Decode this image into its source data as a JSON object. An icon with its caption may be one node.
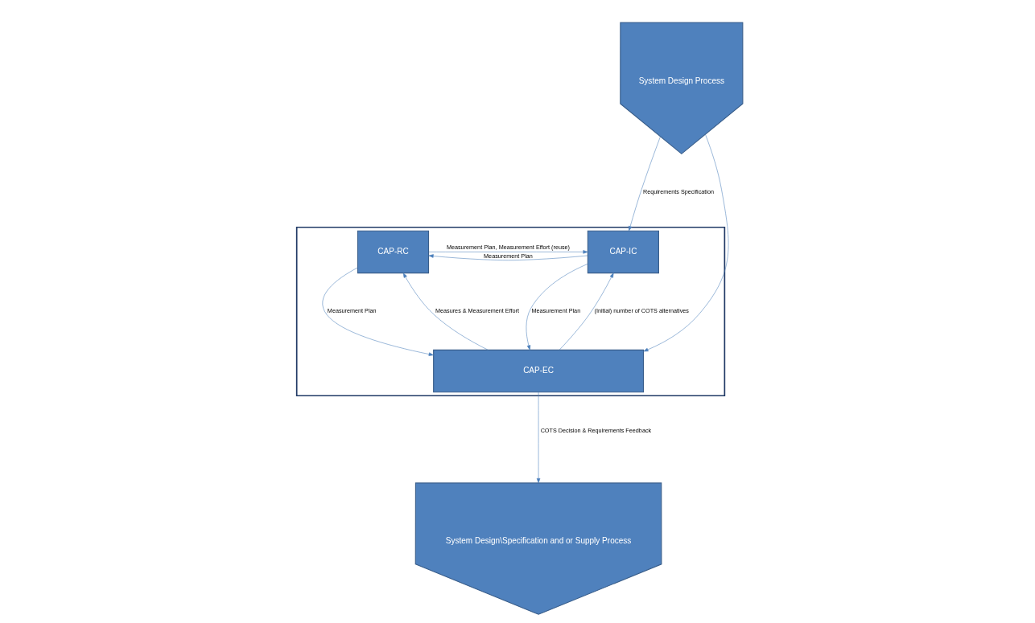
{
  "diagram": {
    "nodes": [
      {
        "text": [
          "System Design Process"
        ]
      },
      {
        "text": [],
        "shape": "box"
      },
      {
        "text": [
          "CAP-IC"
        ],
        "in": 1
      },
      {
        "text": [
          "CAP-RC"
        ],
        "in": 1
      },
      {
        "text": [
          "CAP-EC"
        ],
        "in": 1
      },
      {
        "text": [
          "System Design\\Specification and or Supply Process"
        ]
      }
    ],
    "edges": [
      {
        "from": 0,
        "to": 2,
        "arrow": "to",
        "label": "Requirements Specification"
      },
      {
        "from": 0,
        "to": 4,
        "arrow": "to"
      },
      {
        "from": 2,
        "to": 3,
        "arrow": "to",
        "label": "Measurement Plan"
      },
      {
        "from": 3,
        "to": 2,
        "arrow": "to",
        "label": "Measurement Plan, Measurement Effort (reuse)"
      },
      {
        "from": 4,
        "to": 2,
        "arrow": "to",
        "label": "(Initial) number of COTS alternatives"
      },
      {
        "from": 2,
        "to": 4,
        "arrow": "to",
        "label": "Measurement Plan"
      },
      {
        "from": 3,
        "to": 4,
        "arrow": "to",
        "label": "Measurement Plan"
      },
      {
        "from": 4,
        "to": 3,
        "arrow": "to",
        "label": "Measures & Measurement Effort"
      },
      {
        "from": 4,
        "to": 5,
        "arrow": "to",
        "label": "COTS Decision & Requirements Feedback"
      }
    ]
  }
}
